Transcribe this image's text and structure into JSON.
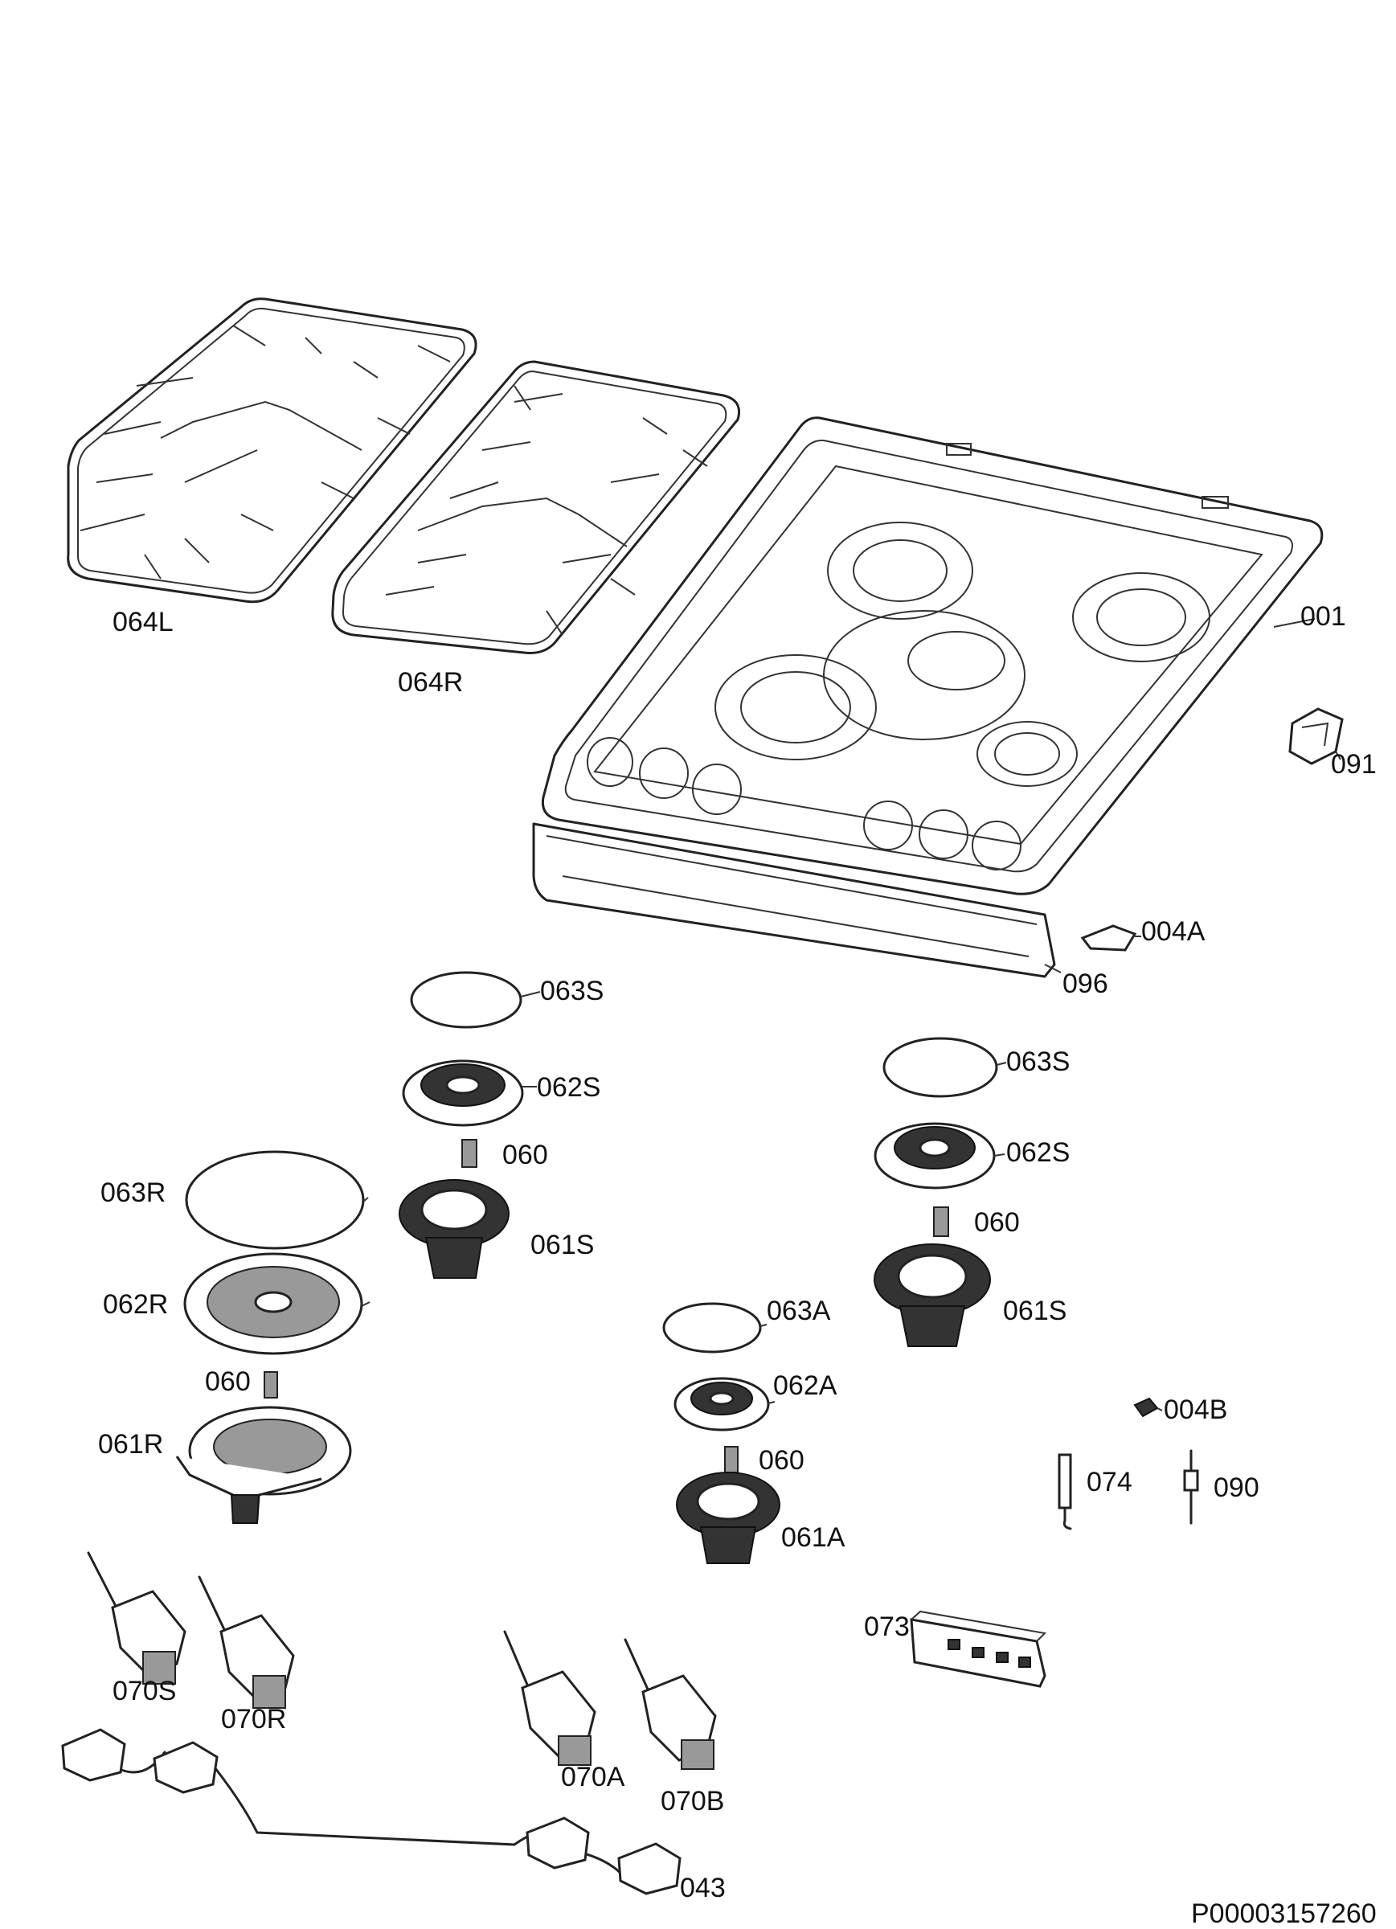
{
  "labels": {
    "l064L": "064L",
    "l064R": "064R",
    "l001": "001",
    "l091": "091",
    "l004A": "004A",
    "l096": "096",
    "l063S_a": "063S",
    "l062S_a": "062S",
    "l060_a": "060",
    "l061S_a": "061S",
    "l063R": "063R",
    "l062R": "062R",
    "l060_b": "060",
    "l061R": "061R",
    "l063S_b": "063S",
    "l062S_b": "062S",
    "l060_c": "060",
    "l061S_b": "061S",
    "l063A": "063A",
    "l062A": "062A",
    "l060_d": "060",
    "l061A": "061A",
    "l004B": "004B",
    "l074": "074",
    "l090": "090",
    "l073": "073",
    "l070S": "070S",
    "l070R": "070R",
    "l070A": "070A",
    "l070B": "070B",
    "l043": "043"
  },
  "drawing_id": "P00003157260"
}
